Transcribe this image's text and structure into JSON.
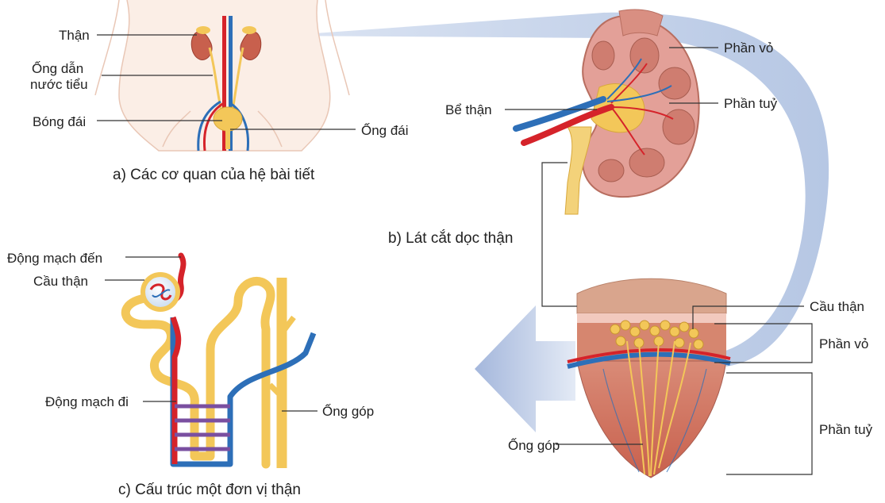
{
  "panel_a": {
    "caption": "a) Các cơ quan của hệ bài tiết",
    "labels": {
      "than": "Thận",
      "ong_dan_line1": "Ống dẫn",
      "ong_dan_line2": "nước tiểu",
      "bong_dai": "Bóng đái",
      "ong_dai": "Ống đái"
    }
  },
  "panel_b": {
    "caption": "b) Lát cắt dọc thận",
    "labels": {
      "phan_vo": "Phần vỏ",
      "phan_tuy": "Phần tuỷ",
      "be_than": "Bể thận"
    }
  },
  "panel_c": {
    "caption": "c) Cấu trúc một đơn vị thận",
    "labels": {
      "dong_mach_den": "Động mạch đến",
      "cau_than": "Cầu thận",
      "dong_mach_di": "Động mạch đi",
      "ong_gop": "Ống góp"
    }
  },
  "panel_d": {
    "labels": {
      "cau_than": "Cầu thận",
      "phan_vo": "Phần vỏ",
      "phan_tuy": "Phần tuỷ",
      "ong_gop": "Ống góp"
    }
  },
  "colors": {
    "artery": "#d5232a",
    "vein": "#2d6fb8",
    "tubule": "#f3c759",
    "kidney": "#e3a098",
    "cortex": "#e3b29a",
    "arrow": "#b7c7e3"
  }
}
